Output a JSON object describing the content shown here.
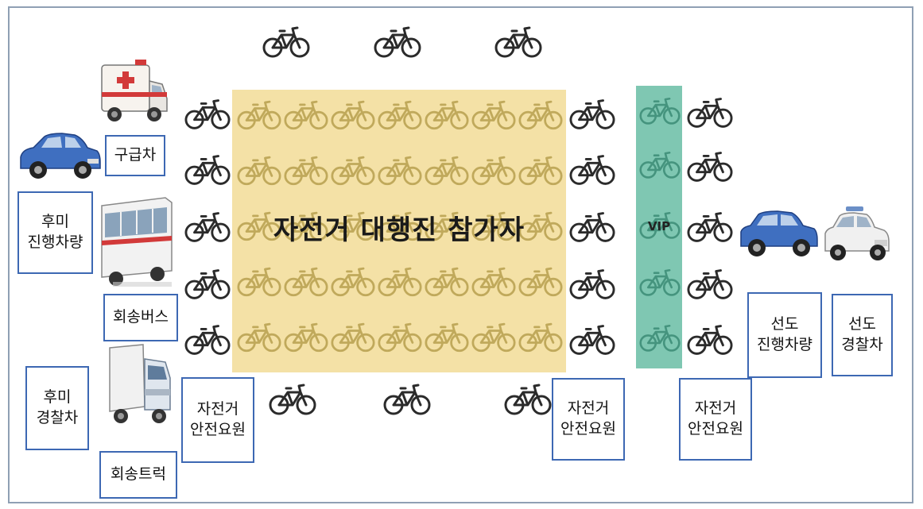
{
  "title": "자전거 대행진 참가자",
  "vip_label": "VIP",
  "labels": {
    "ambulance": "구급차",
    "rear_escort_car": "후미\n진행차량",
    "shuttle_bus": "회송버스",
    "rear_police": "후미\n경찰차",
    "shuttle_truck": "회송트럭",
    "safety_left": "자전거\n안전요원",
    "safety_mid": "자전거\n안전요원",
    "safety_right": "자전거\n안전요원",
    "lead_escort_car": "선도\n진행차량",
    "lead_police": "선도\n경찰차"
  },
  "colors": {
    "participant_zone": "#f4e1a6",
    "vip_zone": "#7fc7b2",
    "label_border": "#3d68b3",
    "bike_on_white": "#2b2b2b",
    "bike_in_zone": "#b8a04f",
    "bike_in_vip": "#3f8f79",
    "car_blue": "#3f6fc0",
    "police_white": "#f0f0f0",
    "ambulance_red": "#d23a3a"
  },
  "icons": {
    "bicycle": "bicycle-icon",
    "car": "car-icon",
    "ambulance": "ambulance-icon",
    "bus": "bus-icon",
    "truck": "truck-icon",
    "police_car": "police-car-icon"
  }
}
